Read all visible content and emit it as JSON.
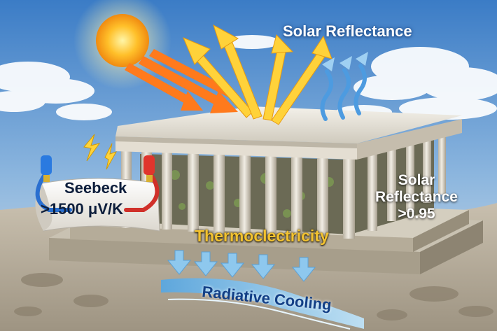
{
  "labels": {
    "top_solar_reflectance": "Solar Reflectance",
    "side_solar_reflectance": [
      "Solar",
      "Reflectance",
      ">0.95"
    ],
    "seebeck": [
      "Seebeck",
      ">1500 μV/K"
    ],
    "thermoelectricity": "Thermoclectricity",
    "radiative_cooling": "Radiative Cooling"
  },
  "colors": {
    "sky_top": "#3f7fc8",
    "sky_bottom": "#c9dced",
    "sun": "#ffb020",
    "reflected_arrow": "#ffd23a",
    "incident_arrow": "#ff7a1c",
    "stone": "#d9d4c6",
    "cooling_arrow": "#7fbfe8",
    "thermo_text": "#f2c230"
  }
}
